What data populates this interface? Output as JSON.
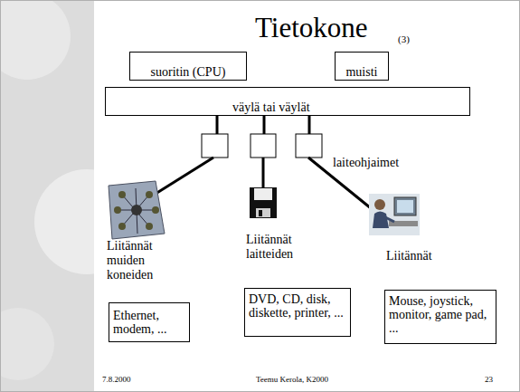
{
  "diagram": {
    "title": "Tietokone",
    "nodes": [
      {
        "text": [
          "suoritin (CPU)"
        ]
      },
      {
        "text": [
          "muisti"
        ]
      },
      {
        "text": [
          "väylä tai väylät"
        ]
      },
      {
        "text": [
          "Ethernet, modem, ..."
        ]
      },
      {
        "text": [
          "DVD, CD, disk, diskette, printer, ..."
        ]
      },
      {
        "text": [
          "Mouse, joystick, monitor, game pad, ..."
        ]
      }
    ],
    "labels": [
      "(3)",
      "laiteohjaimet",
      "Liitännät muiden koneiden",
      "Liitännät laitteiden",
      "Liitännät",
      "7.8.2000",
      "Teemu Kerola, K2000",
      "23"
    ]
  }
}
